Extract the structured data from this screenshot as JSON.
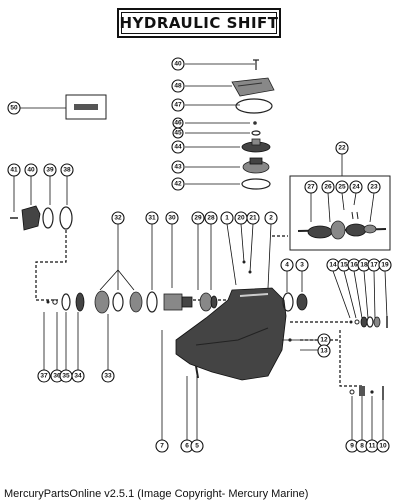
{
  "title": "HYDRAULIC SHIFT",
  "footer": "MercuryPartsOnline v2.5.1 (Image Copyright- Mercury Marine)",
  "callouts": {
    "c40": "40",
    "c48": "48",
    "c47": "47",
    "c46": "46",
    "c45": "45",
    "c44": "44",
    "c43": "43",
    "c42": "42",
    "c50": "50",
    "c22": "22",
    "c41": "41",
    "c40b": "40",
    "c39": "39",
    "c38": "38",
    "c32": "32",
    "c31": "31",
    "c30": "30",
    "c29": "29",
    "c28": "28",
    "c1": "1",
    "c20": "20",
    "c21": "21",
    "c2": "2",
    "c27": "27",
    "c26": "26",
    "c25": "25",
    "c24": "24",
    "c23": "23",
    "c4": "4",
    "c3": "3",
    "c14": "14",
    "c15": "15",
    "c16": "16",
    "c18": "18",
    "c17": "17",
    "c19": "19",
    "c12": "12",
    "c13": "13",
    "c37": "37",
    "c36": "36",
    "c35": "35",
    "c34": "34",
    "c33": "33",
    "c7": "7",
    "c6": "6",
    "c5": "5",
    "c9": "9",
    "c8": "8",
    "c11": "11",
    "c10": "10"
  }
}
